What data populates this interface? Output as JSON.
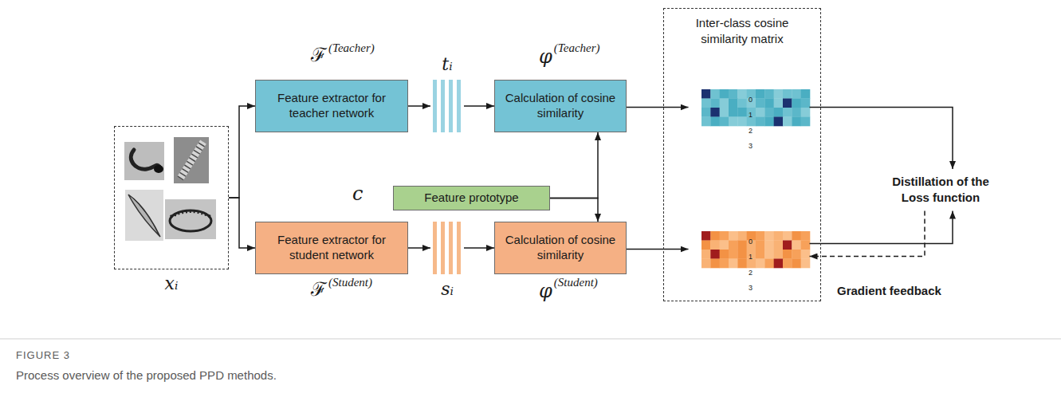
{
  "diagram": {
    "caption": "Process overview of the proposed PPD methods.",
    "nodes": [
      {
        "text": [
          "xᵢ"
        ]
      },
      {
        "text": [
          "Feature extractor for teacher network"
        ]
      },
      {
        "text": [
          "tᵢ"
        ]
      },
      {
        "text": [
          "Calculation of cosine similarity"
        ]
      },
      {
        "text": [
          "Feature prototype"
        ]
      },
      {
        "text": [
          "Feature extractor for student network"
        ]
      },
      {
        "text": [
          "sᵢ"
        ]
      },
      {
        "text": [
          "Calculation of cosine similarity"
        ]
      },
      {
        "text": [
          "Inter-class cosine similarity matrix"
        ]
      },
      {
        "text": [
          "0",
          "1",
          "2",
          "3"
        ],
        "in": 8
      },
      {
        "text": [
          "0",
          "1",
          "2",
          "3"
        ],
        "in": 8
      },
      {
        "text": [
          "Distillation of the Loss function"
        ]
      }
    ],
    "edges": [
      {
        "from": 0,
        "to": 1,
        "arrow": "to"
      },
      {
        "from": 0,
        "to": 5,
        "arrow": "to"
      },
      {
        "from": 1,
        "to": 2,
        "arrow": "to"
      },
      {
        "from": 2,
        "to": 3,
        "arrow": "to"
      },
      {
        "from": 5,
        "to": 6,
        "arrow": "to"
      },
      {
        "from": 6,
        "to": 7,
        "arrow": "to"
      },
      {
        "from": 4,
        "to": 3,
        "arrow": "to"
      },
      {
        "from": 4,
        "to": 7,
        "arrow": "to"
      },
      {
        "from": 3,
        "to": 9,
        "arrow": "to"
      },
      {
        "from": 7,
        "to": 10,
        "arrow": "to"
      },
      {
        "from": 9,
        "to": 11,
        "arrow": "to"
      },
      {
        "from": 10,
        "to": 11,
        "arrow": "to"
      },
      {
        "from": 11,
        "to": 10,
        "arrow": "to",
        "label": "Gradient feedback"
      }
    ],
    "labels": [
      "ℱ",
      "(Teacher)",
      "φ",
      "(Teacher)",
      "c",
      "ℱ",
      "(Student)",
      "φ",
      "(Student)",
      "FIGURE 3"
    ]
  }
}
